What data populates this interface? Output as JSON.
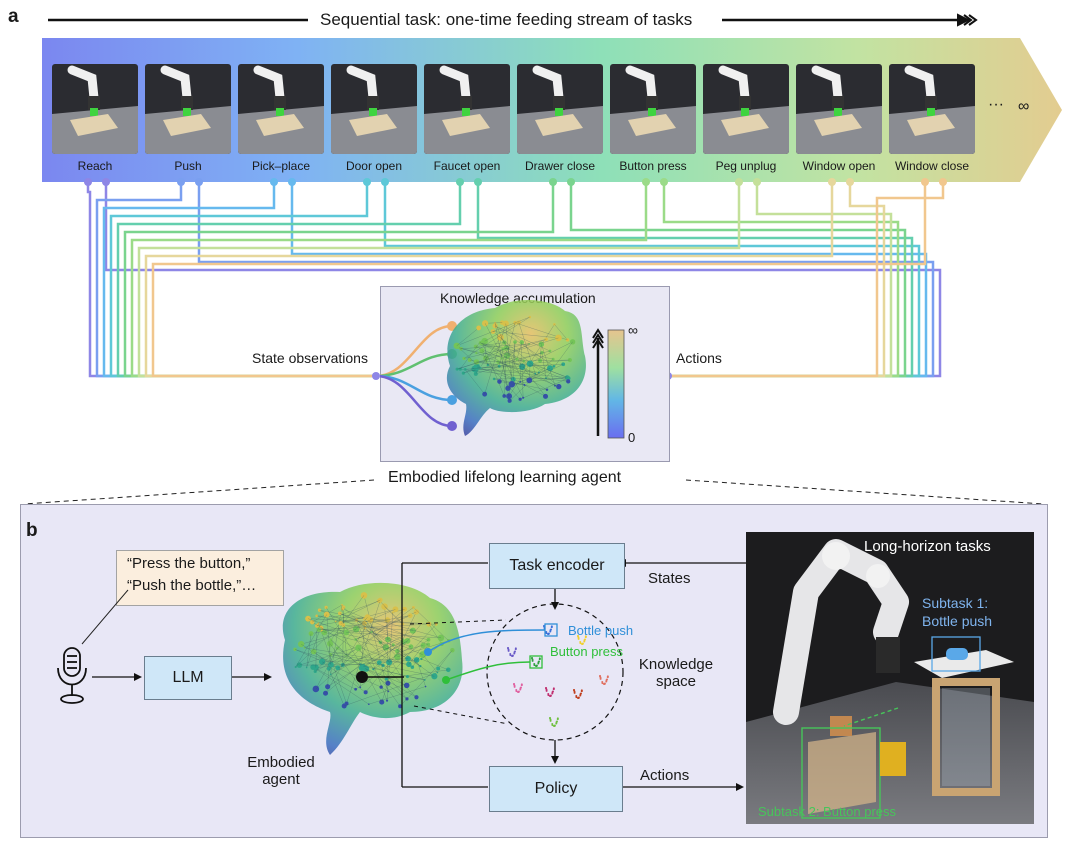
{
  "panel_a": {
    "letter": "a",
    "title": "Sequential task: one-time feeding stream of tasks",
    "tasks": [
      "Reach",
      "Push",
      "Pick–place",
      "Door open",
      "Faucet open",
      "Drawer close",
      "Button press",
      "Peg unplug",
      "Window open",
      "Window close"
    ],
    "ellipsis": "···",
    "infinity": "∞",
    "knowledge_title": "Knowledge accumulation",
    "state_label": "State observations",
    "actions_label": "Actions",
    "colorbar_top": "∞",
    "colorbar_bottom": "0",
    "agent_label": "Embodied lifelong learning agent",
    "colors": [
      "#8e86e6",
      "#7a9ff0",
      "#66b9ee",
      "#5ec8d8",
      "#64cfae",
      "#7ad48e",
      "#9bdb88",
      "#c4e09a",
      "#e6d79c",
      "#f1c78e"
    ]
  },
  "panel_b": {
    "letter": "b",
    "speech_line1": "“Press the button,”",
    "speech_line2": "“Push the bottle,”…",
    "llm": "LLM",
    "task_encoder": "Task encoder",
    "policy": "Policy",
    "states": "States",
    "actions": "Actions",
    "embodied_agent_line1": "Embodied",
    "embodied_agent_line2": "agent",
    "knowledge_space_line1": "Knowledge",
    "knowledge_space_line2": "space",
    "bottle_push": "Bottle push",
    "button_press": "Button press",
    "long_horizon": "Long-horizon tasks",
    "subtask1_line1": "Subtask 1:",
    "subtask1_line2": "Bottle push",
    "subtask2": "Subtask 2: Button press",
    "colors": {
      "bottle": "#2f8fd8",
      "button": "#2fbf3a",
      "background": "#e8e7f6"
    }
  }
}
